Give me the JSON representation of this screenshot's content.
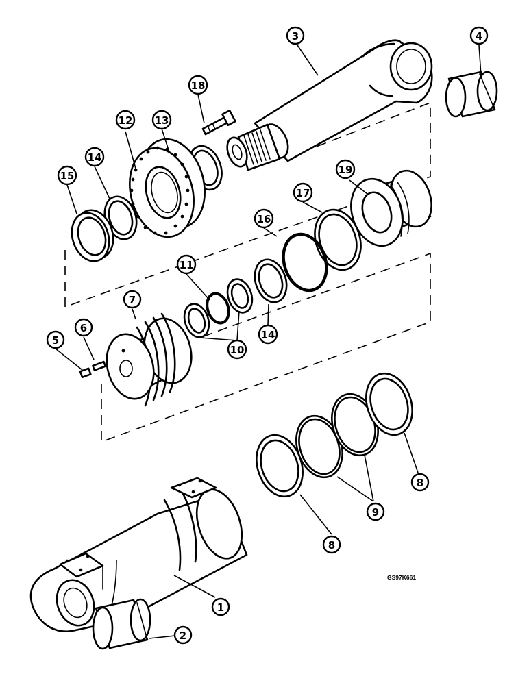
{
  "figure": {
    "reference_code": "GS97K661"
  },
  "callouts": [
    {
      "key": "c1",
      "label": "1"
    },
    {
      "key": "c2",
      "label": "2"
    },
    {
      "key": "c3",
      "label": "3"
    },
    {
      "key": "c4",
      "label": "4"
    },
    {
      "key": "c5",
      "label": "5"
    },
    {
      "key": "c6",
      "label": "6"
    },
    {
      "key": "c7",
      "label": "7"
    },
    {
      "key": "c8a",
      "label": "8"
    },
    {
      "key": "c8b",
      "label": "8"
    },
    {
      "key": "c9",
      "label": "9"
    },
    {
      "key": "c10",
      "label": "10"
    },
    {
      "key": "c11",
      "label": "11"
    },
    {
      "key": "c12",
      "label": "12"
    },
    {
      "key": "c13",
      "label": "13"
    },
    {
      "key": "c14a",
      "label": "14"
    },
    {
      "key": "c14b",
      "label": "14"
    },
    {
      "key": "c15",
      "label": "15"
    },
    {
      "key": "c16",
      "label": "16"
    },
    {
      "key": "c17",
      "label": "17"
    },
    {
      "key": "c18",
      "label": "18"
    },
    {
      "key": "c19",
      "label": "19"
    }
  ]
}
